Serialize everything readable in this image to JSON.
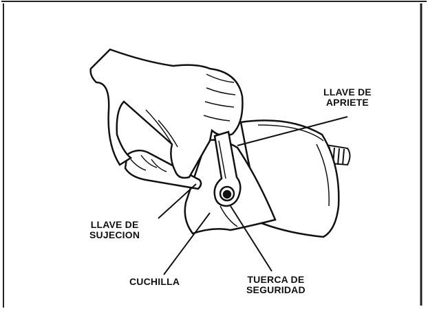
{
  "labels": {
    "wrench_upper": {
      "line1": "LLAVE DE",
      "line2": "APRIETE"
    },
    "wrench_lower": {
      "line1": "LLAVE DE",
      "line2": "SUJECION"
    },
    "blade": {
      "line1": "CUCHILLA"
    },
    "nut": {
      "line1": "TUERCA DE",
      "line2": "SEGURIDAD"
    }
  }
}
